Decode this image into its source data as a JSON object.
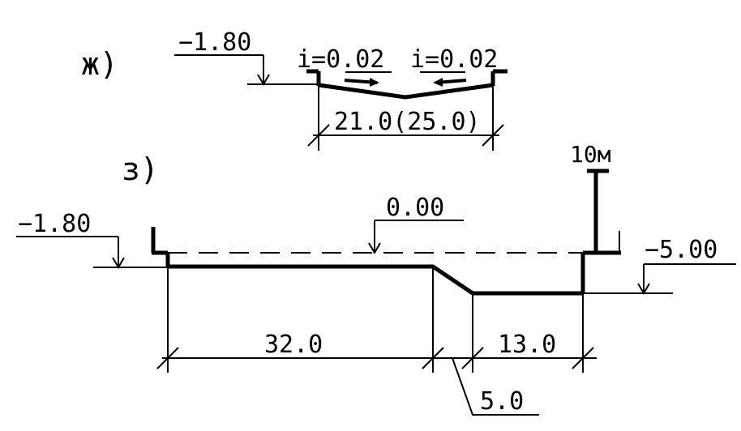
{
  "colors": {
    "ink": "#000000",
    "paper": "#ffffff"
  },
  "section_zh": {
    "marker": "ж)",
    "level_left": "−1.80",
    "slope_left": "i=0.02",
    "slope_right": "i=0.02",
    "width": "21.0(25.0)"
  },
  "section_z": {
    "marker": "з)",
    "level_left": "−1.80",
    "level_top": "0.00",
    "level_right": "−5.00",
    "height_label": "10м",
    "dim_left": "32.0",
    "dim_slope": "5.0",
    "dim_right": "13.0"
  }
}
